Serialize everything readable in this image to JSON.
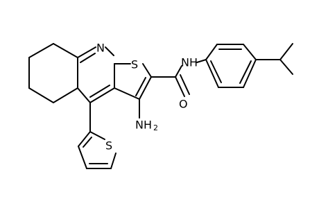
{
  "molecule": {
    "atoms": {
      "n_ring": "N",
      "s_thieno": "S",
      "s_thienyl": "S",
      "amide_n": "NH",
      "amide_o": "O",
      "amino_n": "NH",
      "amino_sub": "2"
    }
  }
}
